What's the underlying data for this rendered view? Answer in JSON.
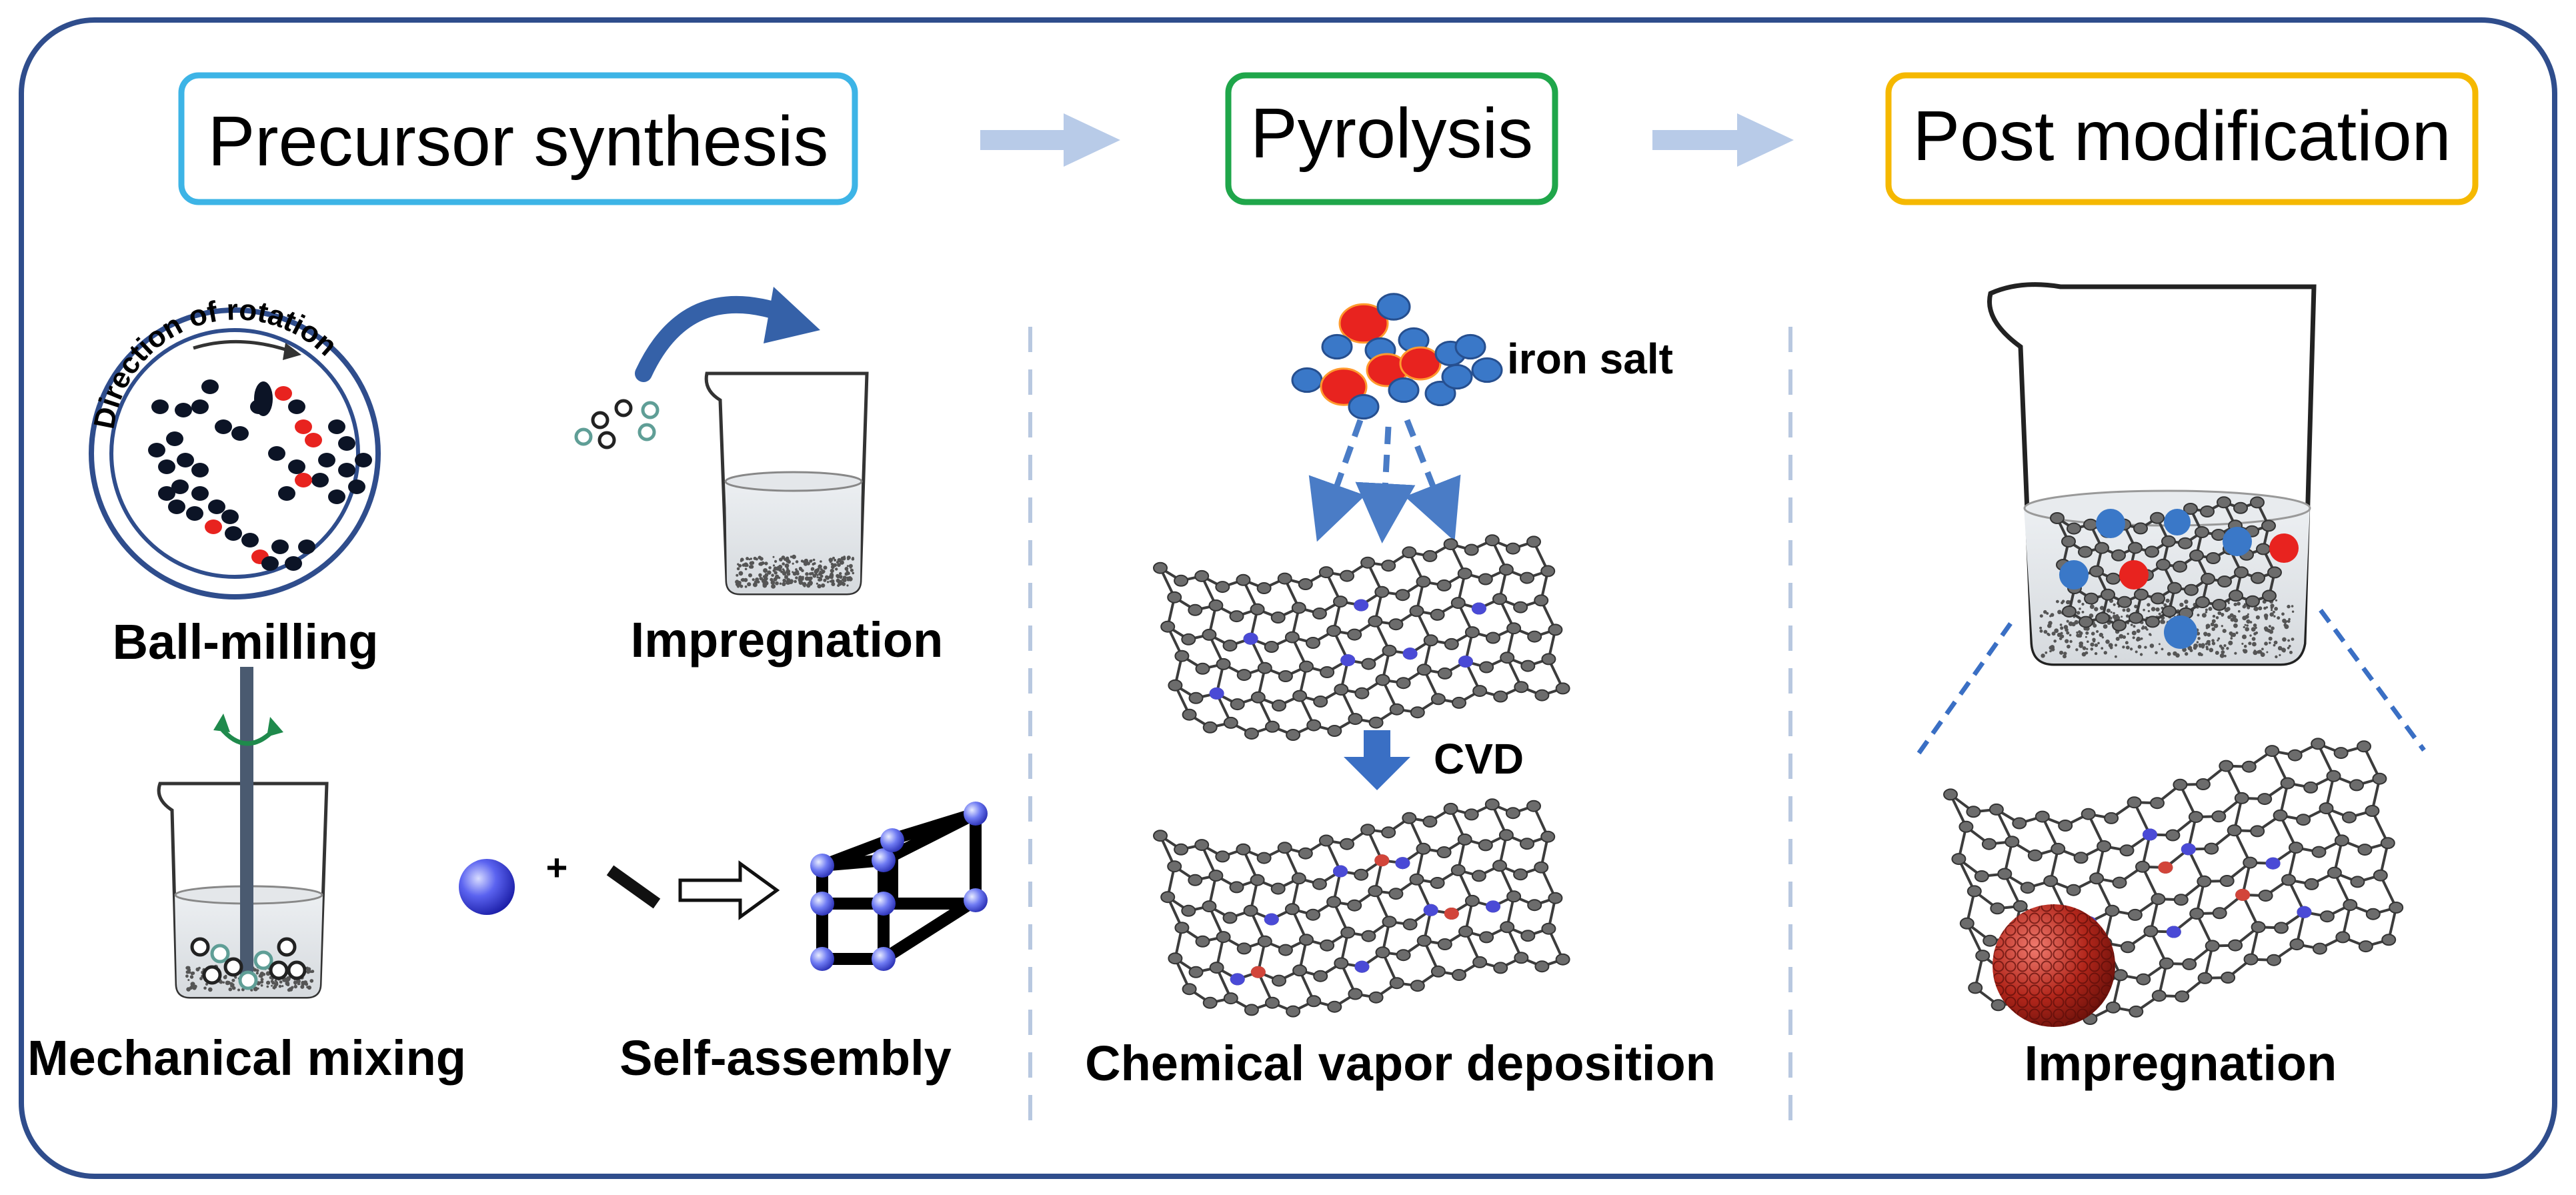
{
  "stages": [
    {
      "title": "Precursor synthesis",
      "color": "#3db4e6"
    },
    {
      "title": "Pyrolysis",
      "color": "#1fa64a"
    },
    {
      "title": "Post modification",
      "color": "#f5b800"
    }
  ],
  "precursor": {
    "ball_milling": "Ball-milling",
    "rotation_text": "Direction of rotation",
    "impregnation": "Impregnation",
    "mechanical_mixing": "Mechanical mixing",
    "self_assembly": "Self-assembly",
    "plus": "+"
  },
  "pyrolysis": {
    "iron_salt": "iron salt",
    "cvd": "CVD",
    "method": "Chemical vapor deposition"
  },
  "post": {
    "method": "Impregnation"
  },
  "colors": {
    "frame": "#2f4d8c",
    "arrow": "#b8cbe8",
    "divider": "#b8c8e0",
    "blue_particle": "#3a78c8",
    "red_particle": "#e8231f",
    "carbon": "#6c6c6c",
    "nitrogen": "#4a4ad6",
    "iron_site": "#d2453a"
  }
}
